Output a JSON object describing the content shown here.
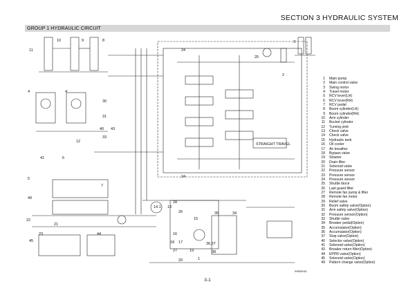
{
  "header": {
    "section_title": "SECTION 3 HYDRAULIC SYSTEM",
    "group_title": "GROUP 1 HYDRAULIC CIRCUIT"
  },
  "legend": [
    {
      "num": "1",
      "label": "Main pump"
    },
    {
      "num": "2",
      "label": "Main control valve"
    },
    {
      "num": "3",
      "label": "Swing motor"
    },
    {
      "num": "4",
      "label": "Travel motor"
    },
    {
      "num": "5",
      "label": "RCV lever(LH)"
    },
    {
      "num": "6",
      "label": "RCV lever(RH)"
    },
    {
      "num": "7",
      "label": "RCV pedal"
    },
    {
      "num": "8",
      "label": "Boom cylinder(LH)"
    },
    {
      "num": "9",
      "label": "Boom cylinder(RH)"
    },
    {
      "num": "10",
      "label": "Arm cylinder"
    },
    {
      "num": "11",
      "label": "Bucket cylinder"
    },
    {
      "num": "12",
      "label": "Turning joint"
    },
    {
      "num": "13",
      "label": "Check valve"
    },
    {
      "num": "14",
      "label": "Check valve"
    },
    {
      "num": "15",
      "label": "Hydraulic tank"
    },
    {
      "num": "16",
      "label": "Oil cooler"
    },
    {
      "num": "17",
      "label": "Air breather"
    },
    {
      "num": "18",
      "label": "Bypass valve"
    },
    {
      "num": "19",
      "label": "Strainer"
    },
    {
      "num": "20",
      "label": "Drain filter"
    },
    {
      "num": "21",
      "label": "Solenoid valve"
    },
    {
      "num": "22",
      "label": "Pressure sensor"
    },
    {
      "num": "23",
      "label": "Pressure sensor"
    },
    {
      "num": "24",
      "label": "Pressure sensor"
    },
    {
      "num": "25",
      "label": "Shuttle block"
    },
    {
      "num": "26",
      "label": "Last guard filter"
    },
    {
      "num": "27",
      "label": "Remote fan pump & filter"
    },
    {
      "num": "28",
      "label": "Remote fan motor"
    },
    {
      "num": "29",
      "label": "Relief valve"
    },
    {
      "num": "30",
      "label": "Boom safety valve(Option)"
    },
    {
      "num": "31",
      "label": "Arm safety valve(Option)"
    },
    {
      "num": "32",
      "label": "Pressure sensor(Option)"
    },
    {
      "num": "33",
      "label": "Shuttle valve"
    },
    {
      "num": "34",
      "label": "Breaker pedal(Option)"
    },
    {
      "num": "35",
      "label": "Accumulator(Option)"
    },
    {
      "num": "36",
      "label": "Accumulator(Option)"
    },
    {
      "num": "37",
      "label": "Stop valve(Option)"
    },
    {
      "num": "40",
      "label": "Selector valve(Option)"
    },
    {
      "num": "41",
      "label": "Solenoid valve(Option)"
    },
    {
      "num": "43",
      "label": "Breaker return filter(Option)"
    },
    {
      "num": "44",
      "label": "EPPR valve(Option)"
    },
    {
      "num": "45",
      "label": "Solenoid valve(Option)"
    },
    {
      "num": "49",
      "label": "Pattern change valve(Option)"
    }
  ],
  "diagram_labels": {
    "l1": "1",
    "l2": "2",
    "l3": "3",
    "l4a": "4",
    "l4b": "4",
    "l5": "5",
    "l6": "6",
    "l7": "7",
    "l8": "8",
    "l9": "9",
    "l10": "10",
    "l11": "11",
    "l12": "12",
    "l13": "13",
    "l14": "14.1",
    "l15": "15",
    "l16": "16",
    "l17": "17",
    "l18": "18",
    "l19": "19",
    "l20": "20",
    "l21": "21",
    "l22": "22",
    "l23": "23",
    "l24a": "24",
    "l24b": "24",
    "l25": "25",
    "l26": "26",
    "l27": "27",
    "l28": "28",
    "l30": "30",
    "l31": "31",
    "l33": "33",
    "l34": "34",
    "l35": "35",
    "l36": "36,37",
    "l38": "38",
    "l40": "40",
    "l41": "41",
    "l43": "43",
    "l44": "44",
    "l45": "45",
    "l49": "49",
    "straight_travel": "STRAIGHT TRAVEL",
    "drawing_no": "R95R3H01"
  },
  "page_number": "3-1"
}
